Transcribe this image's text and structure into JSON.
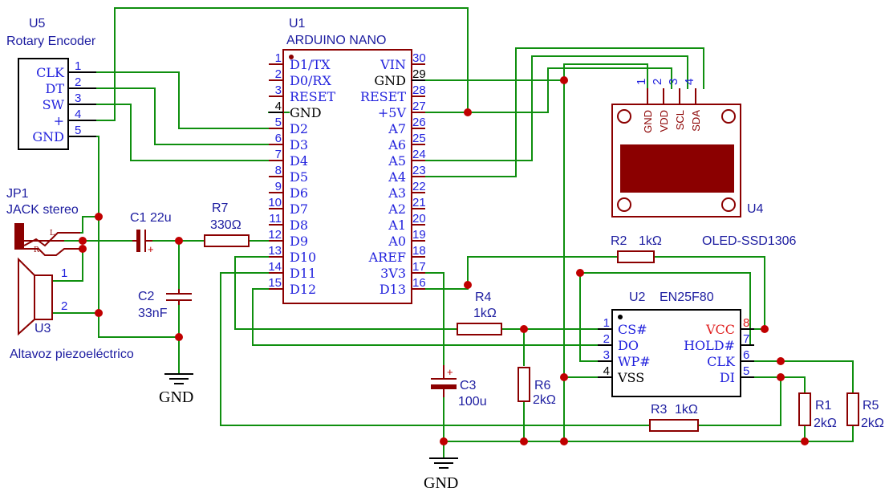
{
  "u5": {
    "ref": "U5",
    "value": "Rotary Encoder",
    "pins": [
      {
        "name": "CLK",
        "num": "1"
      },
      {
        "name": "DT",
        "num": "2"
      },
      {
        "name": "SW",
        "num": "3"
      },
      {
        "name": "+",
        "num": "4"
      },
      {
        "name": "GND",
        "num": "5"
      }
    ]
  },
  "u1": {
    "ref": "U1",
    "value": "ARDUINO  NANO",
    "left_pins": [
      {
        "name": "D1/TX",
        "num": "1"
      },
      {
        "name": "D0/RX",
        "num": "2"
      },
      {
        "name": "RESET",
        "num": "3"
      },
      {
        "name": "GND",
        "num": "4"
      },
      {
        "name": "D2",
        "num": "5"
      },
      {
        "name": "D3",
        "num": "6"
      },
      {
        "name": "D4",
        "num": "7"
      },
      {
        "name": "D5",
        "num": "8"
      },
      {
        "name": "D6",
        "num": "9"
      },
      {
        "name": "D7",
        "num": "10"
      },
      {
        "name": "D8",
        "num": "11"
      },
      {
        "name": "D9",
        "num": "12"
      },
      {
        "name": "D10",
        "num": "13"
      },
      {
        "name": "D11",
        "num": "14"
      },
      {
        "name": "D12",
        "num": "15"
      }
    ],
    "right_pins": [
      {
        "name": "VIN",
        "num": "30"
      },
      {
        "name": "GND",
        "num": "29"
      },
      {
        "name": "RESET",
        "num": "28"
      },
      {
        "name": "+5V",
        "num": "27"
      },
      {
        "name": "A7",
        "num": "26"
      },
      {
        "name": "A6",
        "num": "25"
      },
      {
        "name": "A5",
        "num": "24"
      },
      {
        "name": "A4",
        "num": "23"
      },
      {
        "name": "A3",
        "num": "22"
      },
      {
        "name": "A2",
        "num": "21"
      },
      {
        "name": "A1",
        "num": "20"
      },
      {
        "name": "A0",
        "num": "19"
      },
      {
        "name": "AREF",
        "num": "18"
      },
      {
        "name": "3V3",
        "num": "17"
      },
      {
        "name": "D13",
        "num": "16"
      }
    ]
  },
  "u4": {
    "ref": "U4",
    "value": "OLED-SSD1306",
    "pins": [
      {
        "name": "GND",
        "num": "1"
      },
      {
        "name": "VDD",
        "num": "2"
      },
      {
        "name": "SCL",
        "num": "3"
      },
      {
        "name": "SDA",
        "num": "4"
      }
    ]
  },
  "u2": {
    "ref": "U2",
    "value": "EN25F80",
    "left_pins": [
      {
        "name": "CS#",
        "num": "1"
      },
      {
        "name": "DO",
        "num": "2"
      },
      {
        "name": "WP#",
        "num": "3"
      },
      {
        "name": "VSS",
        "num": "4"
      }
    ],
    "right_pins": [
      {
        "name": "VCC",
        "num": "8"
      },
      {
        "name": "HOLD#",
        "num": "7"
      },
      {
        "name": "CLK",
        "num": "6"
      },
      {
        "name": "DI",
        "num": "5"
      }
    ]
  },
  "jp1": {
    "ref": "JP1",
    "value": "JACK  stereo",
    "tip": "L",
    "ring": "R"
  },
  "u3": {
    "ref": "U3",
    "value": "Altavoz piezoeléctrico",
    "pin1": "1",
    "pin2": "2"
  },
  "c1": {
    "ref": "C1",
    "value": "22u"
  },
  "c2": {
    "ref": "C2",
    "value": "33nF"
  },
  "c3": {
    "ref": "C3",
    "value": "100u"
  },
  "r1": {
    "ref": "R1",
    "value": "2kΩ"
  },
  "r2": {
    "ref": "R2",
    "value": "1kΩ"
  },
  "r3": {
    "ref": "R3",
    "value": "1kΩ"
  },
  "r4": {
    "ref": "R4",
    "value": "1kΩ"
  },
  "r5": {
    "ref": "R5",
    "value": "2kΩ"
  },
  "r6": {
    "ref": "R6",
    "value": "2kΩ"
  },
  "r7": {
    "ref": "R7",
    "value": "330Ω"
  },
  "gnd_labels": {
    "left": "GND",
    "center": "GND"
  },
  "colors": {
    "wire": "#0f8f0f",
    "part": "#8b0000",
    "junction": "#c00000",
    "label": "#1c1ca0",
    "pin_name": "#2222dd"
  }
}
